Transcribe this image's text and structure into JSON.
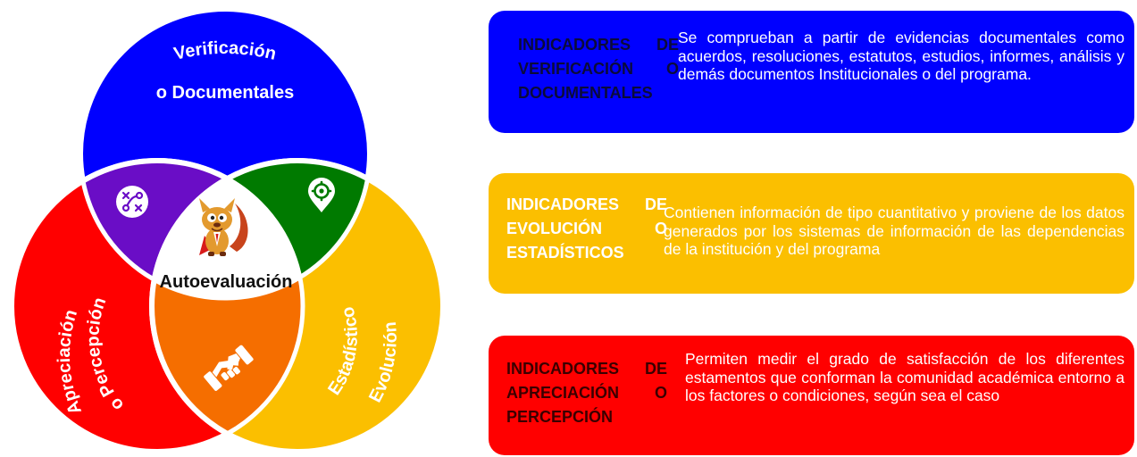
{
  "venn": {
    "top_label_line1": "Verificación",
    "top_label_line2": "o Documentales",
    "left_label_line1": "Apreciación",
    "left_label_line2": "o Percepción",
    "right_label_line1": "Evolución",
    "right_label_line2": "o Estadísticos",
    "center_label": "Autoevaluación",
    "colors": {
      "top": "#0000ff",
      "left": "#ff0000",
      "right": "#fbbf00",
      "top_left_overlap": "#6a0dc6",
      "top_right_overlap": "#007a00",
      "bottom_overlap": "#f56e00",
      "center": "#ffffff"
    },
    "icons": [
      "strategy-icon",
      "gear-location-icon",
      "handshake-icon",
      "squirrel-mascot-icon"
    ]
  },
  "cards": {
    "verificacion": {
      "title_lines": [
        "INDICADORES DE",
        "VERIFICACIÓN O",
        "DOCUMENTALES"
      ],
      "body": "Se comprueban a partir de evidencias documentales como acuerdos, resoluciones, estatutos, estudios, informes, análisis y demás documentos Institucionales o del programa."
    },
    "evolucion": {
      "title_lines": [
        "INDICADORES DE",
        "EVOLUCIÓN O",
        "ESTADÍSTICOS"
      ],
      "body": "Contienen información de tipo cuantitativo y proviene de los datos generados por los sistemas de información de las dependencias de la institución y del programa"
    },
    "apreciacion": {
      "title_lines": [
        "INDICADORES DE",
        "APRECIACIÓN O",
        "PERCEPCIÓN"
      ],
      "body": "Permiten medir el grado de satisfacción de los diferentes estamentos que conforman la comunidad académica entorno a los factores o condiciones, según sea el caso"
    }
  }
}
